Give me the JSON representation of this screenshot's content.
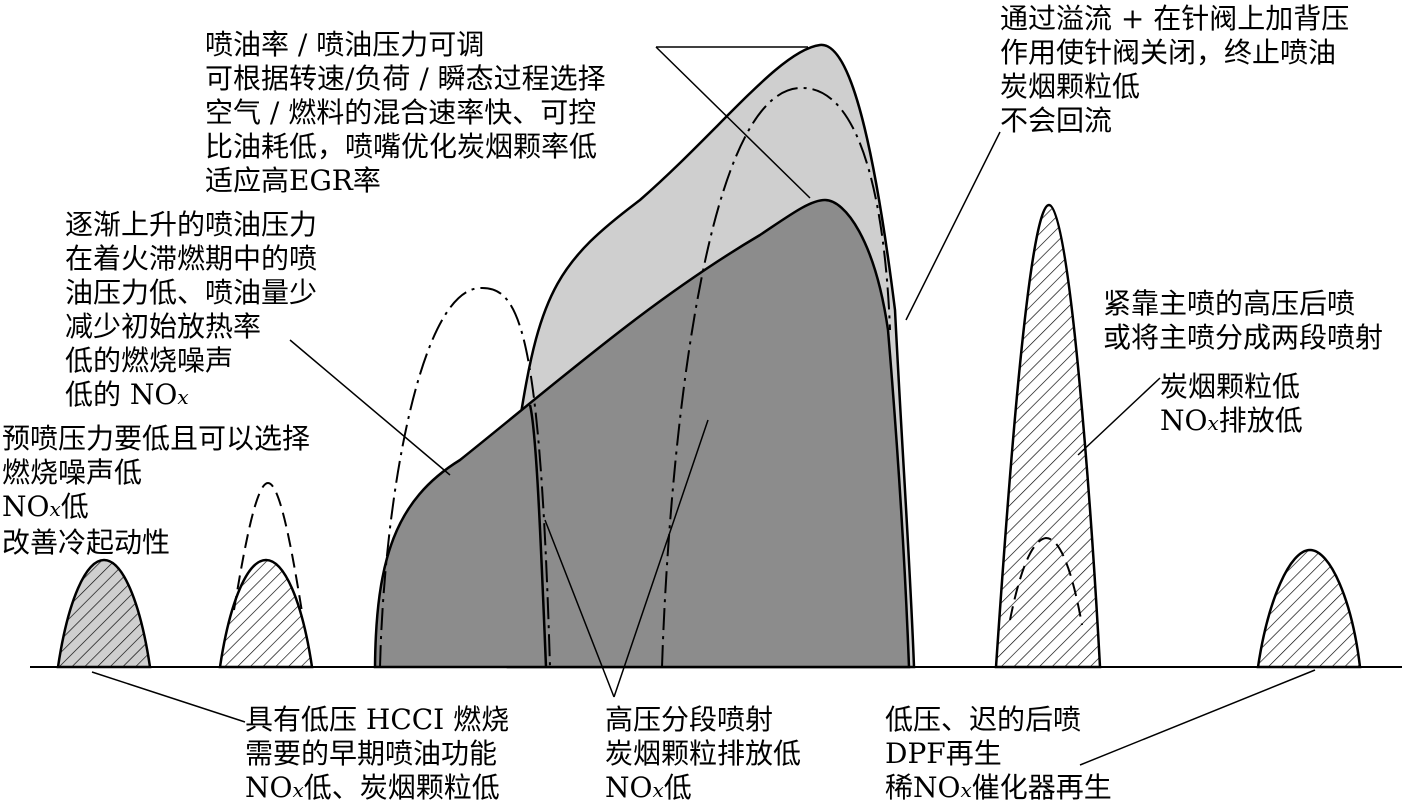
{
  "annotations": {
    "main_injection": {
      "lines": [
        "喷油率 / 喷油压力可调",
        "可根据转速/负荷 / 瞬态过程选择",
        "空气 / 燃料的混合速率快、可控",
        "比油耗低，喷嘴优化炭烟颗率低",
        "适应高EGR率"
      ]
    },
    "end_of_injection": {
      "lines": [
        "通过溢流 + 在针阀上加背压",
        "作用使针阀关闭，终止喷油",
        "炭烟颗粒低",
        "不会回流"
      ]
    },
    "rising_pressure": {
      "lines": [
        "逐渐上升的喷油压力",
        "在着火滞燃期中的喷",
        "油压力低、喷油量少",
        "减少初始放热率",
        "低的燃烧噪声",
        "低的 NO",
        "x"
      ]
    },
    "pilot_injection": {
      "lines": [
        "预喷压力要低且可以选择",
        "燃烧噪声低",
        "NO",
        "x",
        "低",
        "改善冷起动性"
      ]
    },
    "close_post_injection": {
      "lines": [
        "紧靠主喷的高压后喷",
        "或将主喷分成两段喷射"
      ]
    },
    "post_result": {
      "lines": [
        "炭烟颗粒低",
        "NO",
        "x",
        "排放低"
      ]
    },
    "early_hcci": {
      "lines": [
        "具有低压 HCCI 燃烧",
        "需要的早期喷油功能",
        "NO",
        "x",
        "低、炭烟颗粒低"
      ]
    },
    "split_injection": {
      "lines": [
        "高压分段喷射",
        "炭烟颗粒排放低",
        "NO",
        "x",
        "低"
      ]
    },
    "late_post_injection": {
      "lines": [
        "低压、迟的后喷",
        "DPF再生",
        "稀NO",
        "x",
        "催化器再生"
      ]
    }
  },
  "colors": {
    "dark_fill": "#8c8c8c",
    "light_fill": "#cfcfcf",
    "hatch_dark_bg": "#cfcfcf",
    "line": "#000000"
  }
}
